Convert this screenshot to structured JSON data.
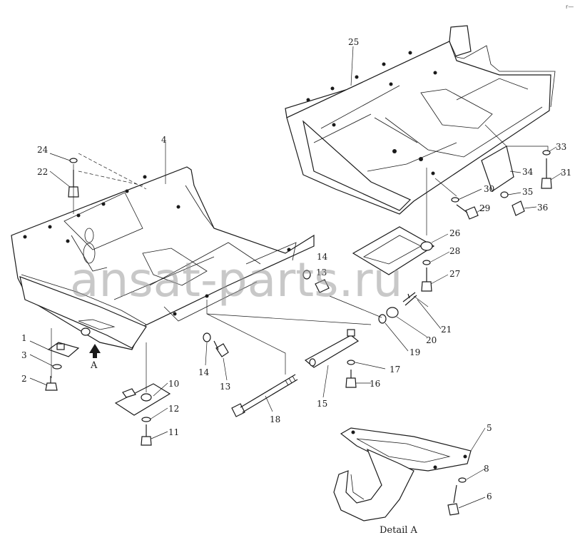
{
  "watermark": "ansat-parts.ru",
  "corner_mark": "r—",
  "detail_caption": "Detail A",
  "view_arrow_label": "A",
  "callouts": [
    "1",
    "2",
    "3",
    "4",
    "5",
    "6",
    "8",
    "10",
    "11",
    "12",
    "13",
    "14",
    "15",
    "16",
    "17",
    "18",
    "19",
    "20",
    "21",
    "22",
    "24",
    "25",
    "26",
    "27",
    "28",
    "29",
    "30",
    "31",
    "33",
    "34",
    "35",
    "36"
  ],
  "extra_callouts": {
    "c13b": "13",
    "c14b": "14"
  }
}
